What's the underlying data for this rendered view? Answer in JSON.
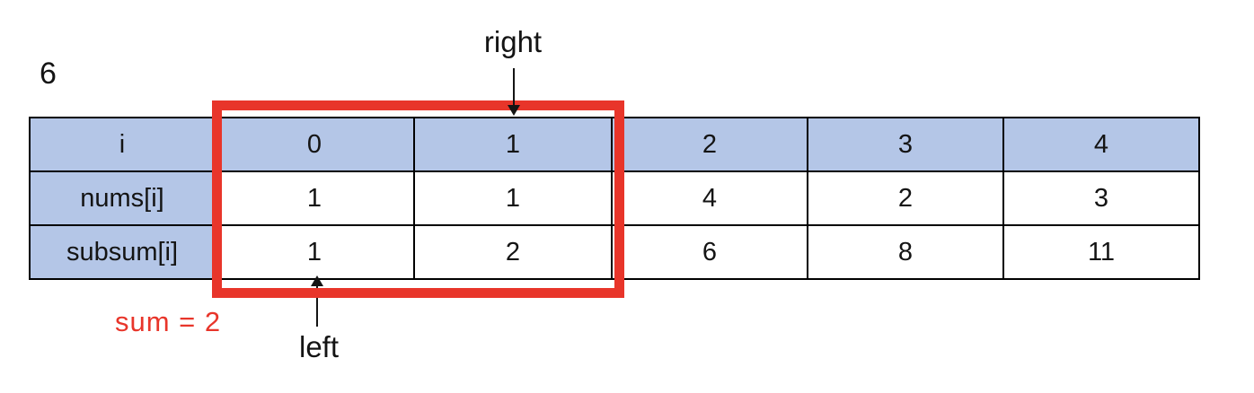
{
  "annotations": {
    "target_label": "6",
    "right_label": "right",
    "left_label": "left",
    "sum_label": "sum = 2"
  },
  "table": {
    "header": {
      "label": "i",
      "values": [
        "0",
        "1",
        "2",
        "3",
        "4"
      ]
    },
    "rows": [
      {
        "label": "nums[i]",
        "values": [
          "1",
          "1",
          "4",
          "2",
          "3"
        ]
      },
      {
        "label": "subsum[i]",
        "values": [
          "1",
          "2",
          "6",
          "8",
          "11"
        ]
      }
    ]
  },
  "window": {
    "left_index": 0,
    "right_index": 1
  },
  "colors": {
    "header_fill": "#b4c6e7",
    "highlight_red": "#e8352a",
    "border": "#000000",
    "text": "#141414"
  }
}
